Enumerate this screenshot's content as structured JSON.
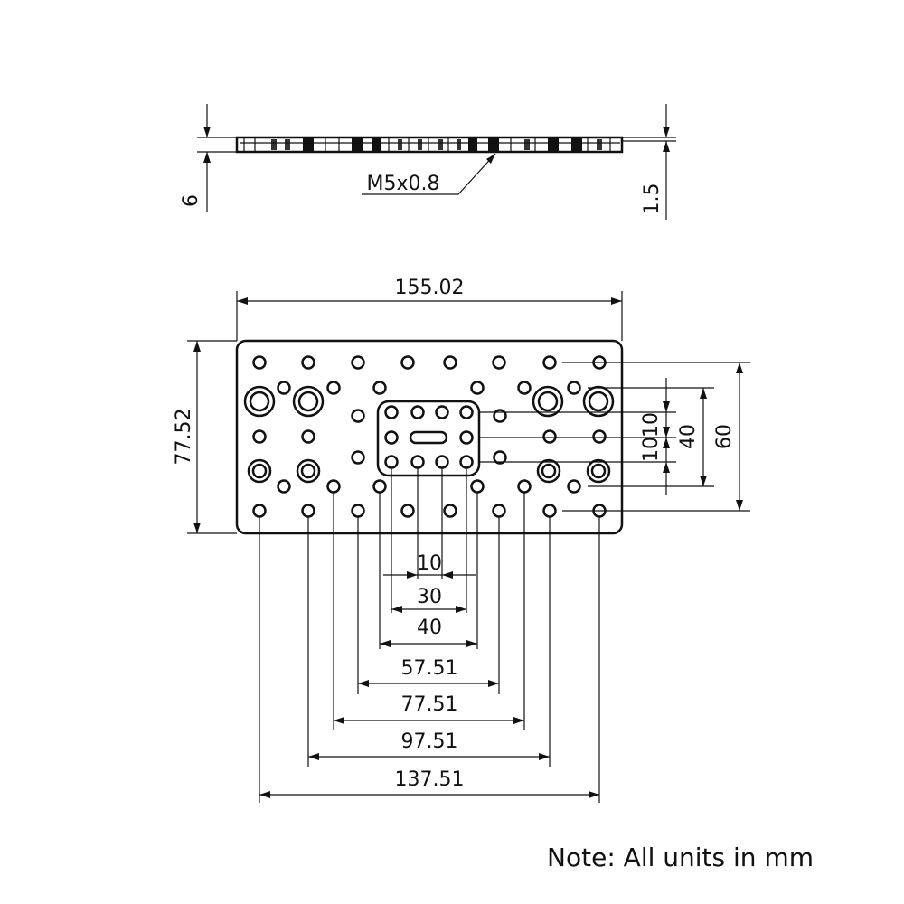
{
  "title": "Plate technical drawing",
  "side_view": {
    "thickness_label": "6",
    "thread_label": "M5x0.8",
    "counterbore_label": "1.5"
  },
  "top_view": {
    "width_label": "155.02",
    "height_label": "77.52",
    "vertical_dims": [
      "10",
      "10",
      "40",
      "60"
    ],
    "horizontal_dims": [
      "10",
      "30",
      "40",
      "57.51",
      "77.51",
      "97.51",
      "137.51"
    ]
  },
  "note": "Note: All units in mm",
  "colors": {
    "line": "#111111",
    "background": "#ffffff"
  }
}
